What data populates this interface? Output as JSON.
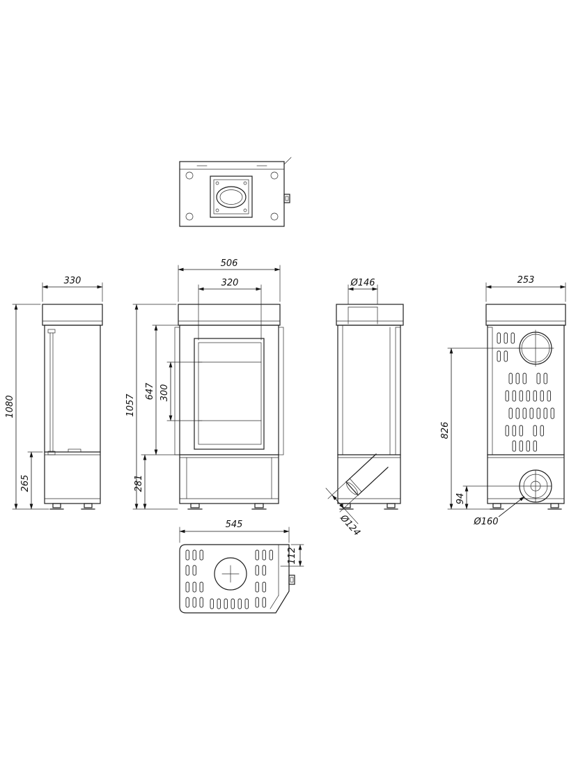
{
  "drawing": {
    "dims": {
      "side_depth": "330",
      "overall_height": "1080",
      "side_base_height": "265",
      "front_width": "506",
      "glass_width": "320",
      "front_height": "1057",
      "firebox_height": "647",
      "glass_height": "300",
      "front_base_height": "281",
      "top_flue_diameter": "Ø146",
      "lower_flue_diameter": "Ø124",
      "rear_width": "253",
      "flue_center_height": "826",
      "outlet_center_height": "94",
      "outlet_diameter": "Ø160",
      "base_plate_depth": "545",
      "base_plate_offset": "112"
    }
  }
}
